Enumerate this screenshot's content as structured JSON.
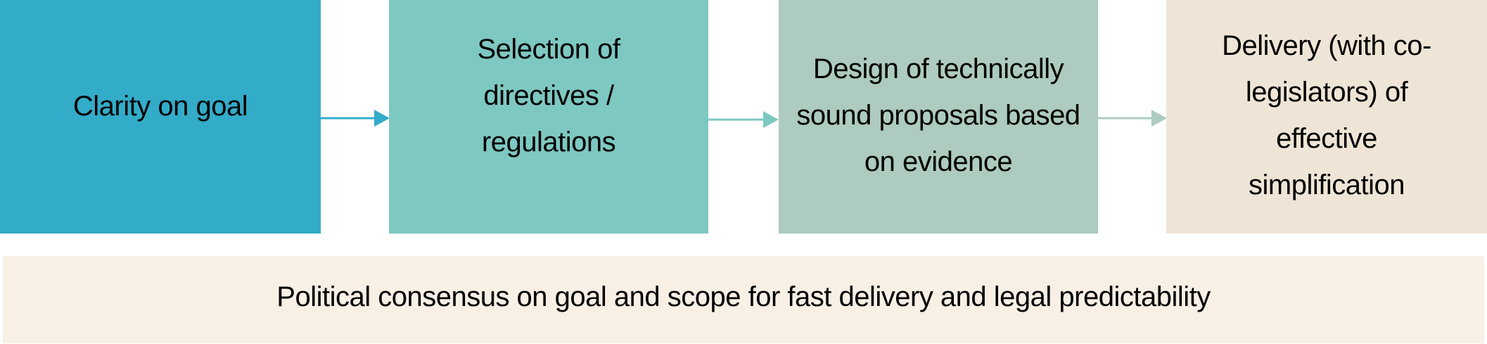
{
  "steps": [
    {
      "label": "Clarity on goal",
      "color": "#33acc9"
    },
    {
      "label": "Selection of directives / regulations",
      "color": "#7ec8c2"
    },
    {
      "label": "Design of technically sound proposals based on evidence",
      "color": "#adcbbf"
    },
    {
      "label": "Delivery (with co-legislators) of effective simplification",
      "color": "#efe5d6"
    }
  ],
  "foundation": {
    "label": "Political consensus on goal and scope for fast delivery and legal predictability",
    "color": "#f8efe5"
  }
}
